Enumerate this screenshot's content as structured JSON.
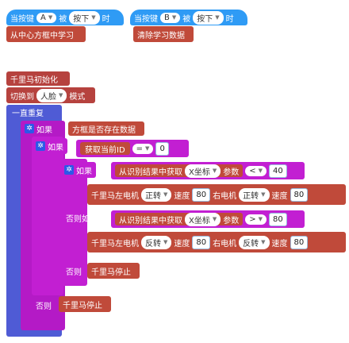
{
  "events": [
    {
      "label": "当按键",
      "key": "A",
      "verb": "被",
      "action": "按下",
      "tail": "时",
      "body": "从中心方框中学习"
    },
    {
      "label": "当按键",
      "key": "B",
      "verb": "被",
      "action": "按下",
      "tail": "时",
      "body": "清除学习数据"
    }
  ],
  "init": {
    "title": "千里马初始化",
    "switch_label": "切换到",
    "mode_value": "人脸",
    "mode_suffix": "模式"
  },
  "loop": {
    "label": "一直重复"
  },
  "if1": {
    "if_label": "如果",
    "cond": "方框是否存在数据",
    "else_label": "否则",
    "else_action": "千里马停止"
  },
  "if2": {
    "if_label": "如果",
    "cond": "获取当前ID",
    "op": "=",
    "value": "0"
  },
  "if3": {
    "if_label": "如果",
    "cond_prefix": "从识别结果中获取",
    "coord": "X坐标",
    "param": "参数",
    "op1": "<",
    "val1": "40",
    "motor1": {
      "left": "千里马左电机",
      "ldir": "正转",
      "speed": "速度",
      "lval": "80",
      "right": "右电机",
      "rdir": "正转",
      "speed2": "速度",
      "rval": "80"
    },
    "elif_label": "否则如果",
    "op2": ">",
    "val2": "80",
    "motor2": {
      "left": "千里马左电机",
      "ldir": "反转",
      "speed": "速度",
      "lval": "80",
      "right": "右电机",
      "rdir": "反转",
      "speed2": "速度",
      "rval": "80"
    },
    "else_label": "否则",
    "else_action": "千里马停止"
  }
}
